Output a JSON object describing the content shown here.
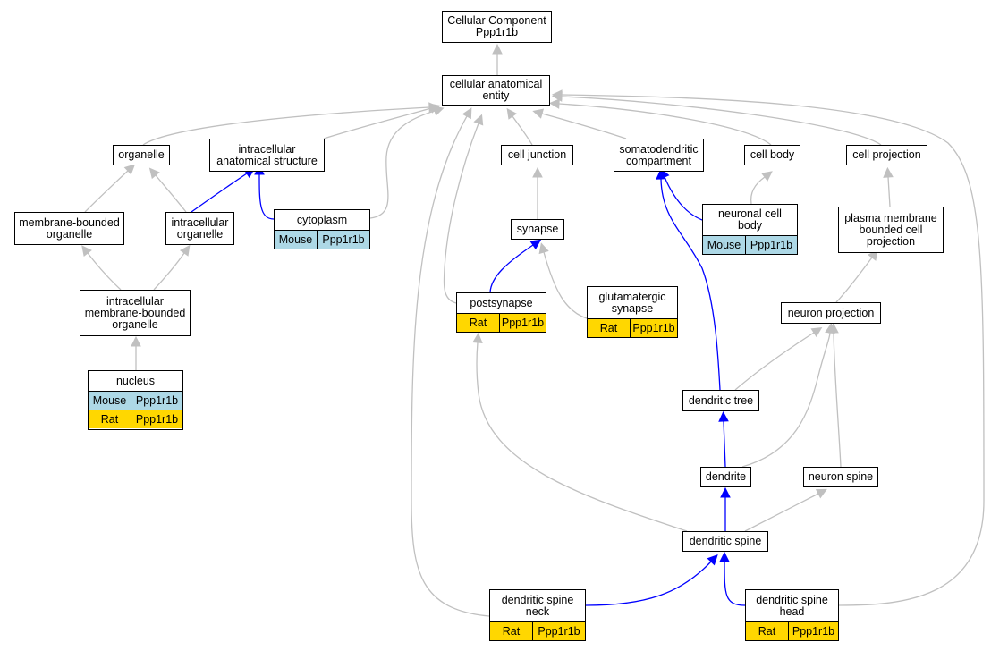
{
  "diagram": {
    "nodes": {
      "root": "Cellular Component\nPpp1r1b",
      "cae": "cellular anatomical\nentity",
      "organelle": "organelle",
      "ias": "intracellular\nanatomical structure",
      "cell_junction": "cell junction",
      "somatodendritic": "somatodendritic\ncompartment",
      "cell_body": "cell body",
      "cell_projection": "cell projection",
      "mbo": "membrane-bounded\norganelle",
      "io": "intracellular\norganelle",
      "cytoplasm": "cytoplasm",
      "synapse": "synapse",
      "ncb": "neuronal cell\nbody",
      "pmbcp": "plasma membrane\nbounded cell\nprojection",
      "imbo": "intracellular\nmembrane-bounded\norganelle",
      "postsynapse": "postsynapse",
      "glut": "glutamatergic\nsynapse",
      "neuron_projection": "neuron projection",
      "nucleus": "nucleus",
      "dendritic_tree": "dendritic tree",
      "dendrite": "dendrite",
      "neuron_spine": "neuron spine",
      "dendritic_spine": "dendritic spine",
      "dsn": "dendritic spine\nneck",
      "dsh": "dendritic spine\nhead"
    },
    "annotations": {
      "cytoplasm": [
        {
          "species": "Mouse",
          "gene": "Ppp1r1b"
        }
      ],
      "ncb": [
        {
          "species": "Mouse",
          "gene": "Ppp1r1b"
        }
      ],
      "postsynapse": [
        {
          "species": "Rat",
          "gene": "Ppp1r1b"
        }
      ],
      "glut": [
        {
          "species": "Rat",
          "gene": "Ppp1r1b"
        }
      ],
      "nucleus": [
        {
          "species": "Mouse",
          "gene": "Ppp1r1b"
        },
        {
          "species": "Rat",
          "gene": "Ppp1r1b"
        }
      ],
      "dsn": [
        {
          "species": "Rat",
          "gene": "Ppp1r1b"
        }
      ],
      "dsh": [
        {
          "species": "Rat",
          "gene": "Ppp1r1b"
        }
      ]
    },
    "edges": [
      {
        "from": "cae",
        "to": "root",
        "color": "#c0c0c0"
      },
      {
        "from": "organelle",
        "to": "cae",
        "color": "#c0c0c0"
      },
      {
        "from": "ias",
        "to": "cae",
        "color": "#c0c0c0"
      },
      {
        "from": "cytoplasm",
        "to": "cae",
        "color": "#c0c0c0"
      },
      {
        "from": "cell_junction",
        "to": "cae",
        "color": "#c0c0c0"
      },
      {
        "from": "somatodendritic",
        "to": "cae",
        "color": "#c0c0c0"
      },
      {
        "from": "cell_body",
        "to": "cae",
        "color": "#c0c0c0"
      },
      {
        "from": "cell_projection",
        "to": "cae",
        "color": "#c0c0c0"
      },
      {
        "from": "postsynapse",
        "to": "cae",
        "color": "#c0c0c0"
      },
      {
        "from": "dsn",
        "to": "cae",
        "color": "#c0c0c0"
      },
      {
        "from": "dsh",
        "to": "cae",
        "color": "#c0c0c0"
      },
      {
        "from": "mbo",
        "to": "organelle",
        "color": "#c0c0c0"
      },
      {
        "from": "io",
        "to": "organelle",
        "color": "#c0c0c0"
      },
      {
        "from": "io",
        "to": "ias",
        "color": "#0000ff"
      },
      {
        "from": "cytoplasm",
        "to": "ias",
        "color": "#0000ff"
      },
      {
        "from": "imbo",
        "to": "mbo",
        "color": "#c0c0c0"
      },
      {
        "from": "imbo",
        "to": "io",
        "color": "#c0c0c0"
      },
      {
        "from": "nucleus",
        "to": "imbo",
        "color": "#c0c0c0"
      },
      {
        "from": "synapse",
        "to": "cell_junction",
        "color": "#c0c0c0"
      },
      {
        "from": "postsynapse",
        "to": "synapse",
        "color": "#0000ff"
      },
      {
        "from": "glut",
        "to": "synapse",
        "color": "#c0c0c0"
      },
      {
        "from": "ncb",
        "to": "somatodendritic",
        "color": "#0000ff"
      },
      {
        "from": "ncb",
        "to": "cell_body",
        "color": "#c0c0c0"
      },
      {
        "from": "dendritic_tree",
        "to": "somatodendritic",
        "color": "#0000ff"
      },
      {
        "from": "pmbcp",
        "to": "cell_projection",
        "color": "#c0c0c0"
      },
      {
        "from": "neuron_projection",
        "to": "pmbcp",
        "color": "#c0c0c0"
      },
      {
        "from": "dendritic_tree",
        "to": "neuron_projection",
        "color": "#c0c0c0"
      },
      {
        "from": "dendrite",
        "to": "neuron_projection",
        "color": "#c0c0c0"
      },
      {
        "from": "neuron_spine",
        "to": "neuron_projection",
        "color": "#c0c0c0"
      },
      {
        "from": "dendrite",
        "to": "dendritic_tree",
        "color": "#0000ff"
      },
      {
        "from": "dendritic_spine",
        "to": "dendrite",
        "color": "#0000ff"
      },
      {
        "from": "dendritic_spine",
        "to": "neuron_spine",
        "color": "#c0c0c0"
      },
      {
        "from": "dendritic_spine",
        "to": "postsynapse",
        "color": "#c0c0c0"
      },
      {
        "from": "dsn",
        "to": "dendritic_spine",
        "color": "#0000ff"
      },
      {
        "from": "dsh",
        "to": "dendritic_spine",
        "color": "#0000ff"
      }
    ],
    "colors": {
      "mouse": "#add8e6",
      "rat": "#ffd700",
      "is_a_edge": "#c0c0c0",
      "part_of_edge": "#0000ff"
    }
  }
}
